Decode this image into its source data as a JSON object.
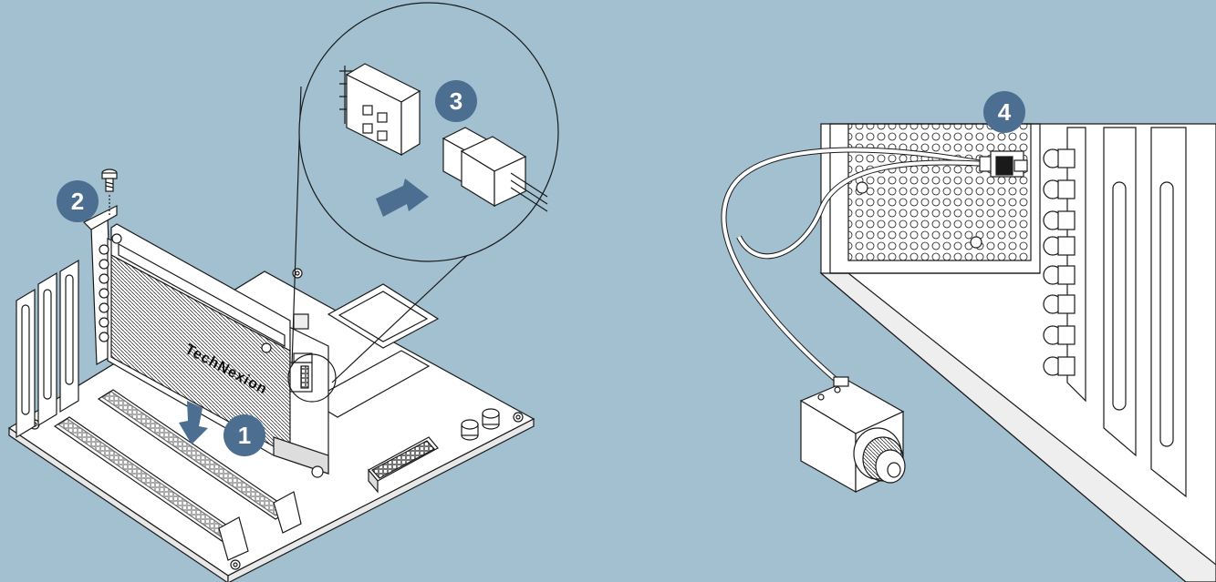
{
  "colors": {
    "background": "#a2c0d0",
    "badge": "#4b6e91",
    "arrow": "#4b6e91",
    "line": "#1a1a1a",
    "fill": "#ffffff"
  },
  "card": {
    "brand": "TechNexion"
  },
  "steps": [
    {
      "label": "1"
    },
    {
      "label": "2"
    },
    {
      "label": "3"
    },
    {
      "label": "4"
    }
  ]
}
